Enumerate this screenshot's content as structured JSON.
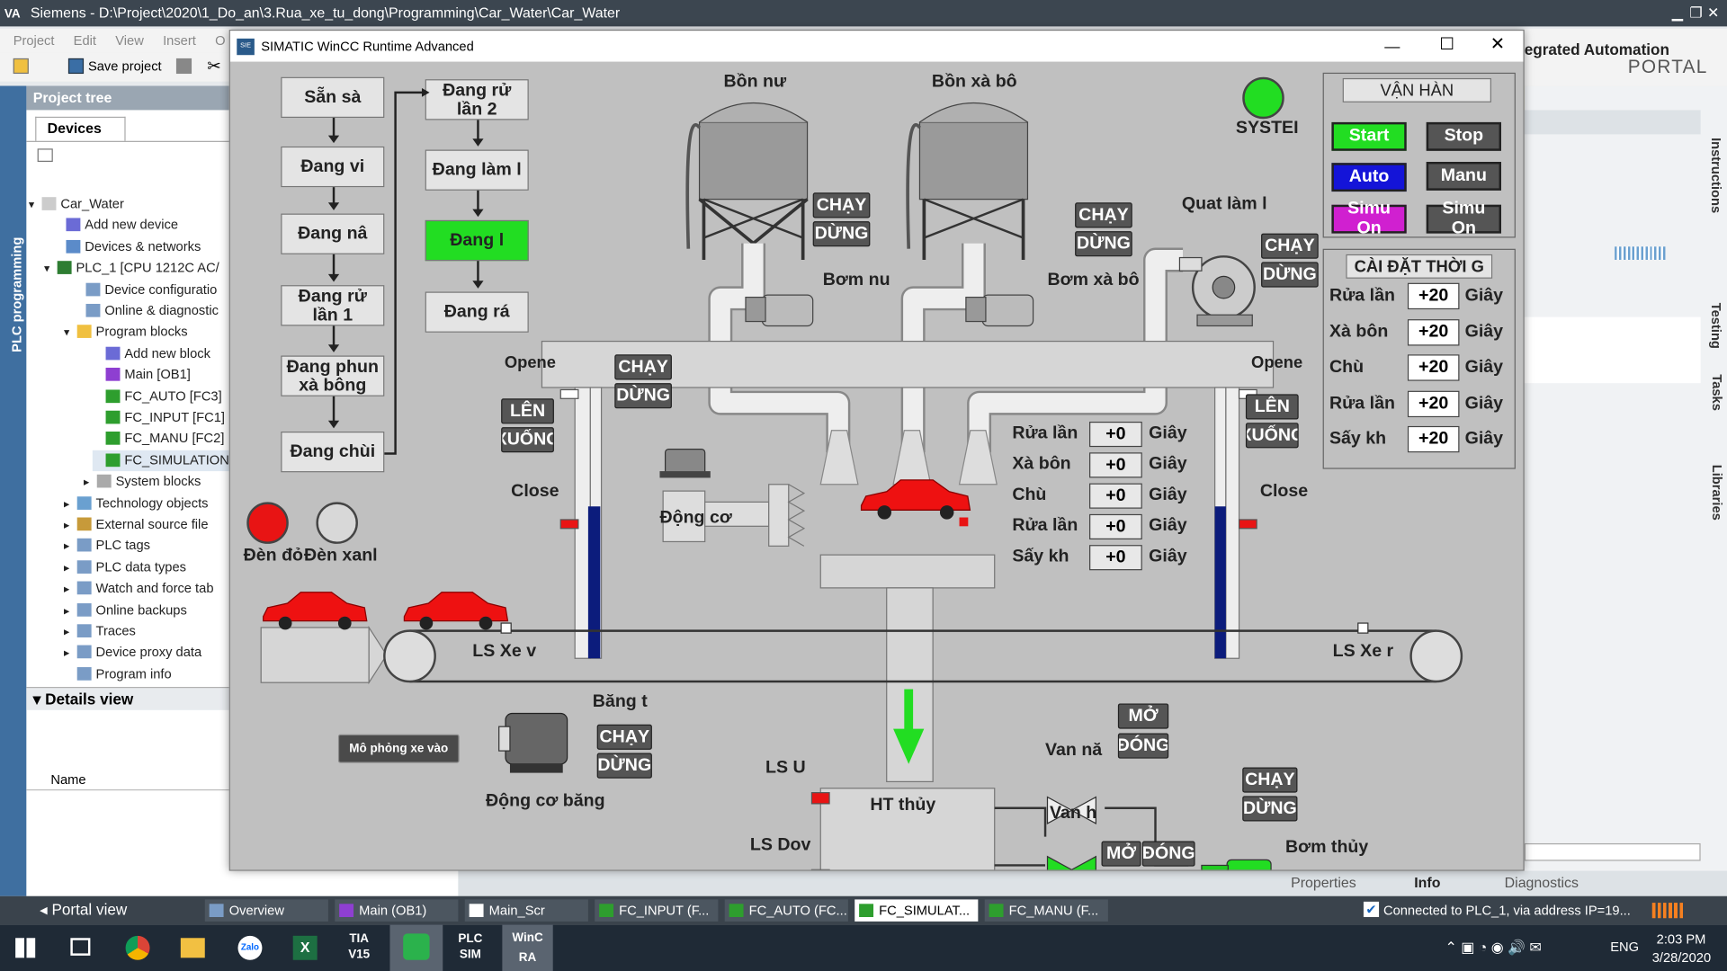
{
  "app": {
    "title": "Siemens  -  D:\\Project\\2020\\1_Do_an\\3.Rua_xe_tu_dong\\Programming\\Car_Water\\Car_Water",
    "logo": "VA",
    "portal_title": "egrated Automation",
    "portal_sub": "PORTAL"
  },
  "menu": [
    "Project",
    "Edit",
    "View",
    "Insert",
    "O"
  ],
  "toolbar": {
    "save": "Save project"
  },
  "sidebar_tab": "PLC programming",
  "project_tree": {
    "title": "Project tree",
    "tab": "Devices",
    "items": [
      "Car_Water",
      "Add new device",
      "Devices & networks",
      "PLC_1 [CPU 1212C AC/",
      "Device configuratio",
      "Online & diagnostic",
      "Program blocks",
      "Add new block",
      "Main [OB1]",
      "FC_AUTO [FC3]",
      "FC_INPUT [FC1]",
      "FC_MANU [FC2]",
      "FC_SIMULATION",
      "System blocks",
      "Technology objects",
      "External source file",
      "PLC tags",
      "PLC data types",
      "Watch and force tab",
      "Online backups",
      "Traces",
      "Device proxy data",
      "Program info"
    ]
  },
  "details": {
    "title": "Details view",
    "col": "Name"
  },
  "right_tabs": [
    "Instructions",
    "Testing",
    "Tasks",
    "Libraries"
  ],
  "bottom_tabs": {
    "properties": "Properties",
    "info": "Info",
    "diagnostics": "Diagnostics"
  },
  "taskbar": {
    "portal": "Portal view",
    "items": [
      "Overview",
      "Main (OB1)",
      "Main_Scr",
      "FC_INPUT (F...",
      "FC_AUTO (FC...",
      "FC_SIMULAT...",
      "FC_MANU (F..."
    ],
    "status": "Connected to PLC_1, via address IP=19..."
  },
  "windows": {
    "apps": [
      "TIA V15",
      "PLC SIM",
      "WinC RA"
    ],
    "lang": "ENG",
    "time": "2:03 PM",
    "date": "3/28/2020"
  },
  "runtime": {
    "title": "SIMATIC WinCC Runtime Advanced",
    "logo": "SIE"
  },
  "hmi": {
    "steps_left": [
      "Sẵn sà",
      "Đang vi",
      "Đang nâ",
      "Đang rử\nlần 1",
      "Đang phun\nxà bông",
      "Đang chùi"
    ],
    "steps_right": [
      "Đang rử\nlần 2",
      "Đang làm l",
      "Đang l",
      "Đang rá"
    ],
    "tank1": "Bồn nư",
    "tank2": "Bồn xà bô",
    "pump1": "Bơm nu",
    "pump2": "Bơm xà bô",
    "fan": "Quat làm l",
    "run": "CHẠY",
    "stop": "DỪNG",
    "up": "LÊN",
    "down": "XUỐNG",
    "open": "Opene",
    "close": "Close",
    "motor": "Động cơ",
    "red_lamp": "Đèn đỏ",
    "green_lamp": "Đèn xanl",
    "system": "SYSTEI",
    "ls_in": "LS Xe v",
    "ls_out": "LS Xe r",
    "sim_btn": "Mô phỏng xe vào",
    "belt": "Băng t",
    "belt_motor": "Động cơ băng",
    "ls_up": "LS U",
    "ls_down": "LS Dov",
    "tank3": "HT thủy",
    "valve1": "Van nă",
    "valve2": "Van h",
    "open_v": "MỞ",
    "close_v": "ĐÓNG",
    "pump3": "Bơm thủy",
    "timers": [
      "Rửa lần",
      "Xà bôn",
      "Chù",
      "Rửa lần",
      "Sấy kh"
    ],
    "timer_vals": [
      "+0",
      "+0",
      "+0",
      "+0",
      "+0"
    ],
    "unit": "Giây",
    "op": {
      "title": "VẬN HÀN",
      "start": "Start",
      "stop": "Stop",
      "auto": "Auto",
      "manu": "Manu",
      "simu1": "Simu On",
      "simu2": "Simu On"
    },
    "set": {
      "title": "CÀI ĐẶT THỜI G",
      "labels": [
        "Rửa lần",
        "Xà bôn",
        "Chù",
        "Rửa lần",
        "Sấy kh"
      ],
      "vals": [
        "+20",
        "+20",
        "+20",
        "+20",
        "+20"
      ]
    }
  },
  "colors": {
    "green": "#22dd22",
    "blue": "#1414d8",
    "magenta": "#d020d0",
    "red": "#e81414",
    "car": "#ee1111",
    "pipe": "#e6e6e6"
  }
}
